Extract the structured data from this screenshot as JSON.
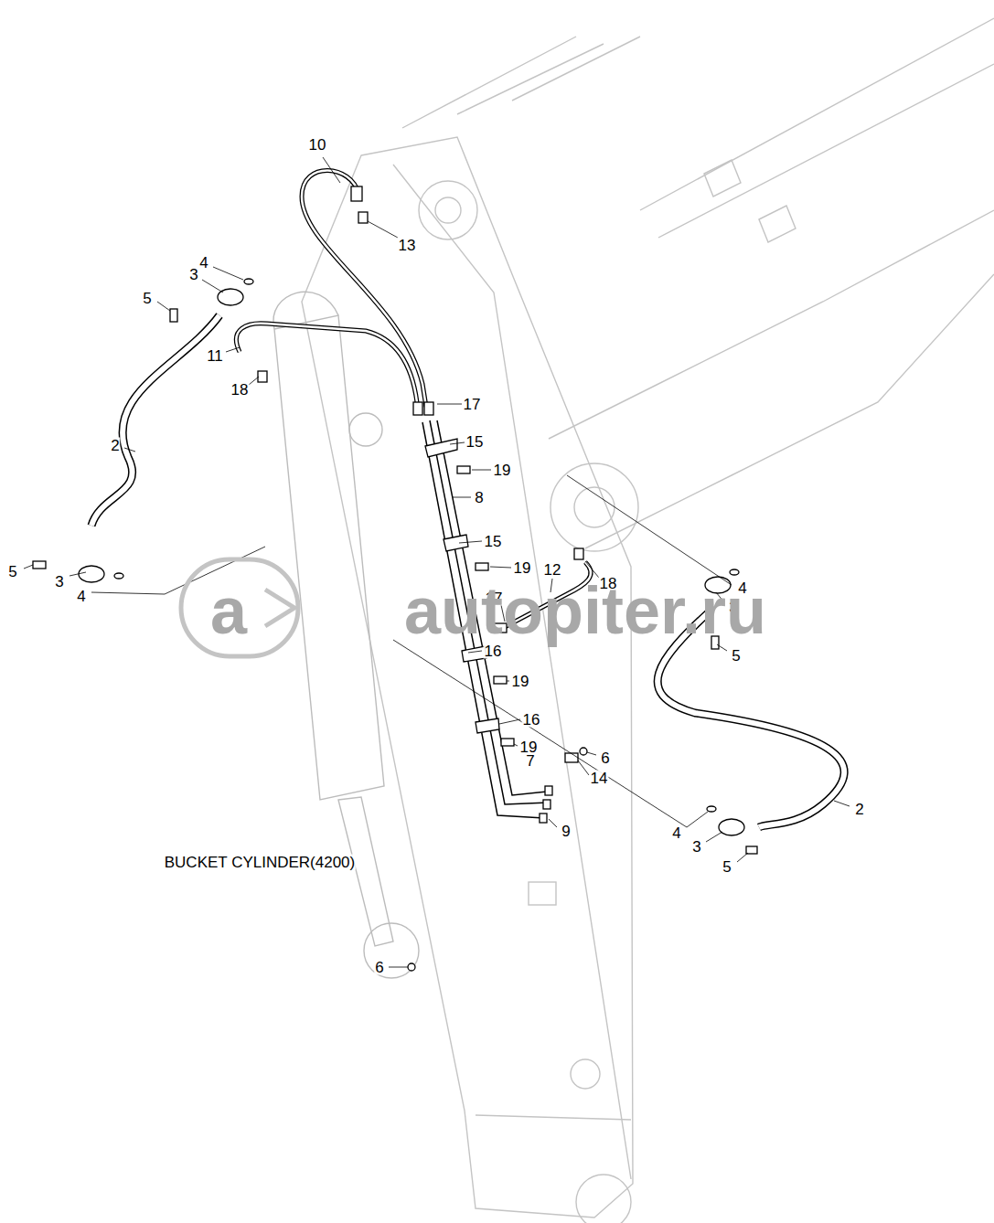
{
  "diagram": {
    "labels": [
      "10",
      "13",
      "4",
      "3",
      "5",
      "11",
      "18",
      "17",
      "15",
      "19",
      "2",
      "8",
      "15",
      "18",
      "12",
      "19",
      "5",
      "3",
      "4",
      "4",
      "3",
      "17",
      "5",
      "16",
      "19",
      "16",
      "19",
      "6",
      "7",
      "14",
      "2",
      "9",
      "4",
      "3",
      "5",
      "BUCKET CYLINDER(4200)",
      "6",
      "a",
      "autopiter.ru"
    ]
  }
}
